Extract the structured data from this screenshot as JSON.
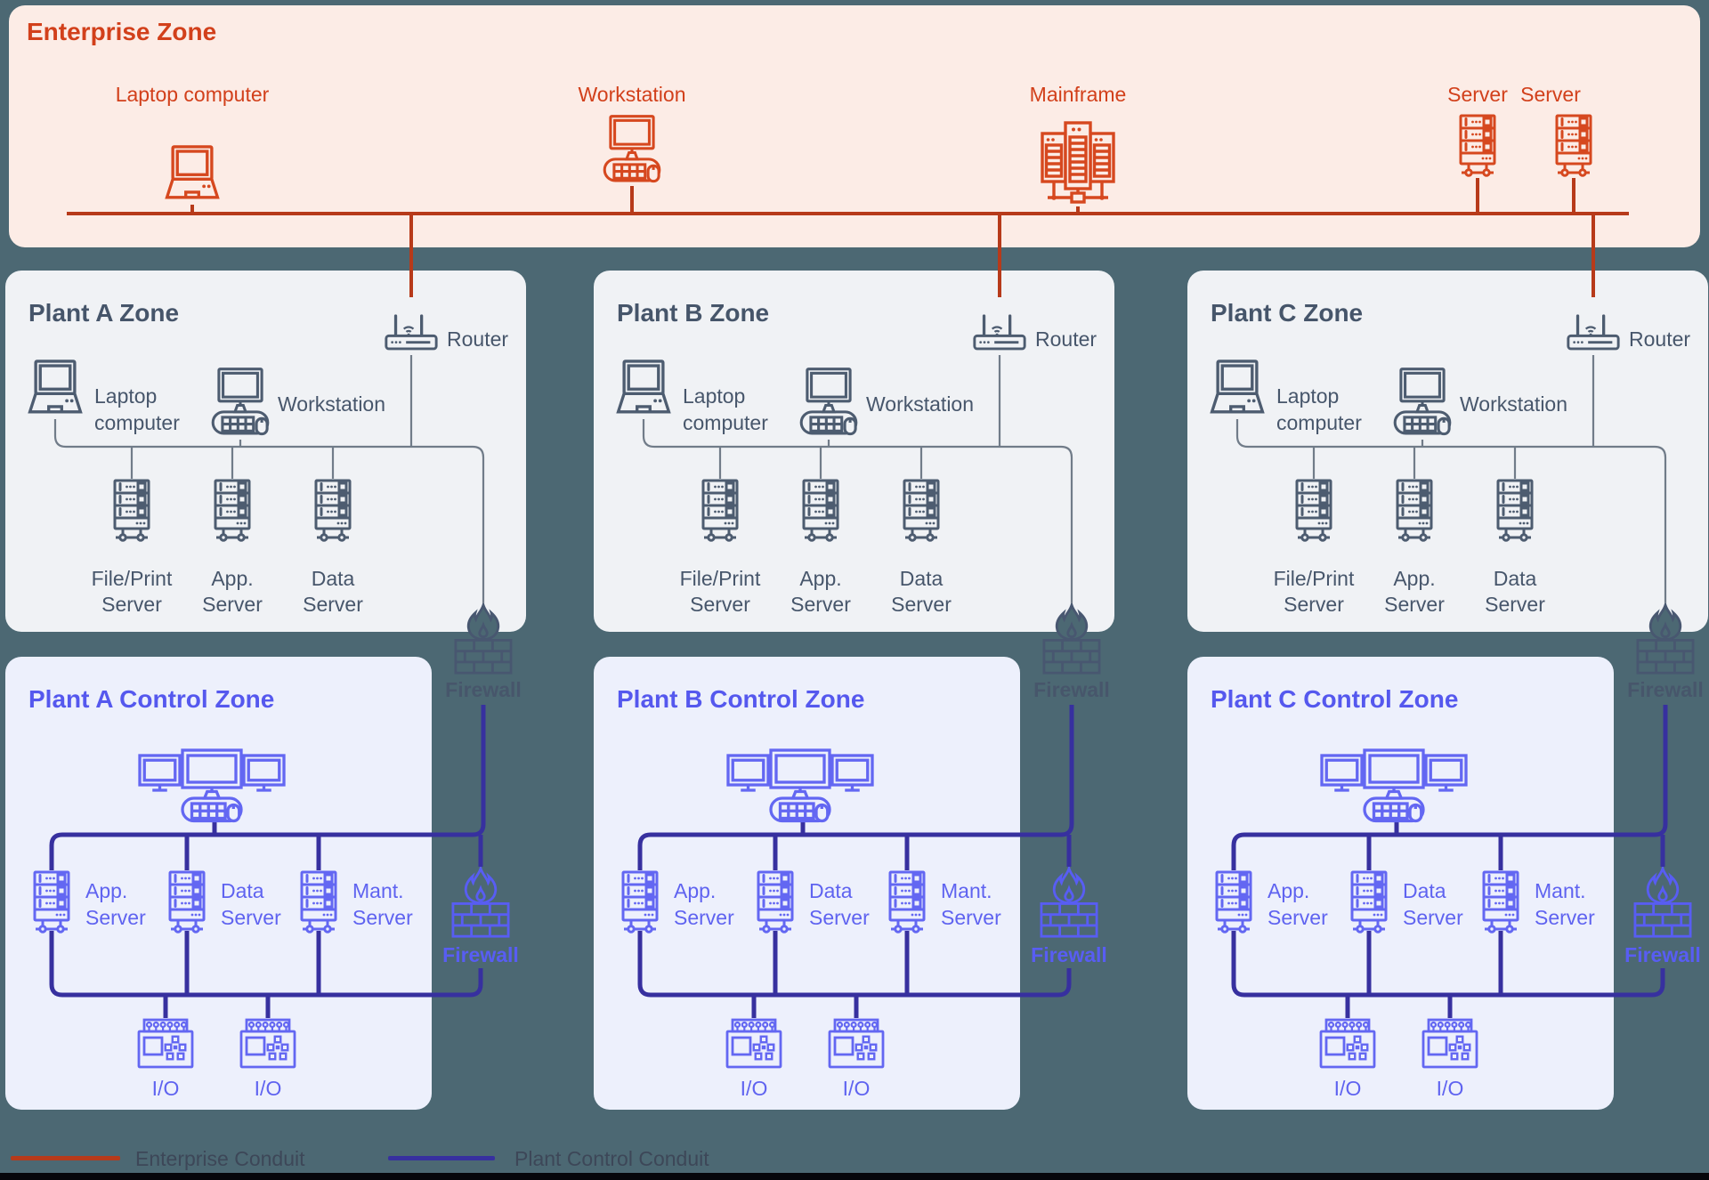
{
  "colors": {
    "background": "#4c6873",
    "enterprise_accent": "#d2401b",
    "enterprise_conduit": "#b73a1a",
    "plant_zone_bg": "#f0f2f5",
    "plant_zone_text": "#47566b",
    "plant_net_line": "#717c89",
    "control_zone_bg": "#edf0fc",
    "control_accent": "#5558ee",
    "control_conduit": "#37309f",
    "firewall_gray": "#485770",
    "firewall_blue": "#585df3",
    "bottom_bar": "#06060b"
  },
  "enterprise": {
    "title": "Enterprise Zone",
    "devices": [
      {
        "label": "Laptop computer",
        "icon": "laptop-icon"
      },
      {
        "label": "Workstation",
        "icon": "workstation-icon"
      },
      {
        "label": "Mainframe",
        "icon": "mainframe-icon"
      },
      {
        "label": "Server",
        "icon": "server-icon"
      },
      {
        "label": "Server",
        "icon": "server-icon"
      }
    ]
  },
  "plants": [
    {
      "zone": {
        "title": "Plant A Zone",
        "router_label": "Router",
        "laptop_label": "Laptop\ncomputer",
        "workstation_label": "Workstation",
        "servers": [
          "File/Print\nServer",
          "App.\nServer",
          "Data\nServer"
        ]
      },
      "boundary_firewall_label": "Firewall",
      "control": {
        "title": "Plant A Control Zone",
        "servers": [
          "App.\nServer",
          "Data\nServer",
          "Mant.\nServer"
        ],
        "firewall_label": "Firewall",
        "io_labels": [
          "I/O",
          "I/O"
        ]
      }
    },
    {
      "zone": {
        "title": "Plant B Zone",
        "router_label": "Router",
        "laptop_label": "Laptop\ncomputer",
        "workstation_label": "Workstation",
        "servers": [
          "File/Print\nServer",
          "App.\nServer",
          "Data\nServer"
        ]
      },
      "boundary_firewall_label": "Firewall",
      "control": {
        "title": "Plant B Control Zone",
        "servers": [
          "App.\nServer",
          "Data\nServer",
          "Mant.\nServer"
        ],
        "firewall_label": "Firewall",
        "io_labels": [
          "I/O",
          "I/O"
        ]
      }
    },
    {
      "zone": {
        "title": "Plant C Zone",
        "router_label": "Router",
        "laptop_label": "Laptop\ncomputer",
        "workstation_label": "Workstation",
        "servers": [
          "File/Print\nServer",
          "App.\nServer",
          "Data\nServer"
        ]
      },
      "boundary_firewall_label": "Firewall",
      "control": {
        "title": "Plant C Control Zone",
        "servers": [
          "App.\nServer",
          "Data\nServer",
          "Mant.\nServer"
        ],
        "firewall_label": "Firewall",
        "io_labels": [
          "I/O",
          "I/O"
        ]
      }
    }
  ],
  "legend": {
    "items": [
      {
        "label": "Enterprise Conduit",
        "color": "#b73a1a"
      },
      {
        "label": "Plant Control Conduit",
        "color": "#37309f"
      }
    ]
  }
}
